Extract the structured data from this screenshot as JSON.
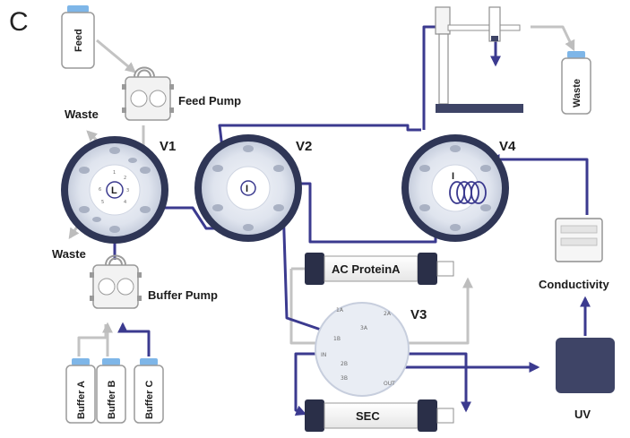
{
  "panel_letter": "C",
  "components": {
    "feed": "Feed",
    "feed_pump": "Feed Pump",
    "waste_top": "Waste",
    "waste_left": "Waste",
    "waste_bottle": "Waste",
    "buffer_pump": "Buffer Pump",
    "buffer_a": "Buffer A",
    "buffer_b": "Buffer B",
    "buffer_c": "Buffer C",
    "conductivity": "Conductivity",
    "uv": "UV",
    "ac_column": "AC ProteinA",
    "sec_column": "SEC"
  },
  "valves": {
    "v1": {
      "name": "V1",
      "mode": "L"
    },
    "v2": {
      "name": "V2",
      "mode": "I"
    },
    "v3": {
      "name": "V3"
    },
    "v4": {
      "name": "V4",
      "mode": "I"
    }
  },
  "v3_ports": [
    "1A",
    "2A",
    "3A",
    "1B",
    "2B",
    "3B",
    "IN",
    "OUT"
  ],
  "valve_port_numbers": [
    "1",
    "2",
    "3",
    "4",
    "5",
    "6"
  ],
  "colors": {
    "flow_active": "#3b3a8f",
    "flow_inactive": "#c3c3c3",
    "valve_body": "#2f3656",
    "column_cap": "#2a2f48"
  }
}
